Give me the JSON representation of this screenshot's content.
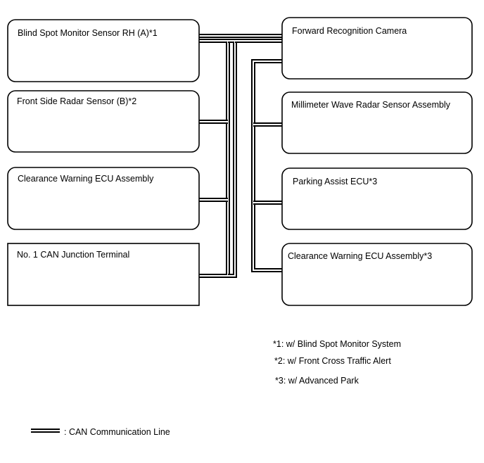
{
  "left_boxes": [
    {
      "label": "Blind Spot Monitor Sensor RH (A)*1"
    },
    {
      "label": "Front Side Radar Sensor (B)*2"
    },
    {
      "label": "Clearance Warning ECU Assembly"
    },
    {
      "label": "No. 1 CAN Junction Terminal"
    }
  ],
  "right_boxes": [
    {
      "label": "Forward Recognition Camera"
    },
    {
      "label": "Millimeter Wave Radar Sensor Assembly"
    },
    {
      "label": "Parking Assist ECU*3"
    },
    {
      "label": "Clearance Warning ECU Assembly*3"
    }
  ],
  "notes": [
    "*1: w/ Blind Spot Monitor System",
    "*2: w/ Front Cross Traffic Alert",
    "*3: w/ Advanced Park"
  ],
  "legend": {
    "label": ": CAN Communication Line"
  }
}
